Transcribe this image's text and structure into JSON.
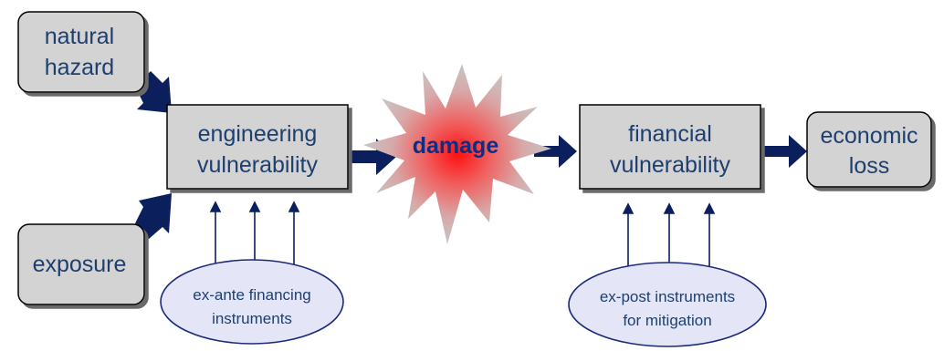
{
  "boxes": {
    "natural_hazard": [
      "natural",
      "hazard"
    ],
    "exposure": [
      "exposure"
    ],
    "engineering_vulnerability": [
      "engineering",
      "vulnerability"
    ],
    "financial_vulnerability": [
      "financial",
      "vulnerability"
    ],
    "economic_loss": [
      "economic",
      "loss"
    ]
  },
  "damage": "damage",
  "ellipses": {
    "ex_ante": [
      "ex-ante financing",
      "instruments"
    ],
    "ex_post": [
      "ex-post instruments",
      "for mitigation"
    ]
  },
  "colors": {
    "box_fill": "#d3d3d3",
    "box_border": "#000000",
    "text": "#1e3f6e",
    "arrow": "#0a1f5c",
    "ellipse_fill": "#e4e6f8",
    "ellipse_border": "#1c2a7a",
    "burst_center": "#ff0000",
    "burst_edge": "#c8c8c8"
  }
}
